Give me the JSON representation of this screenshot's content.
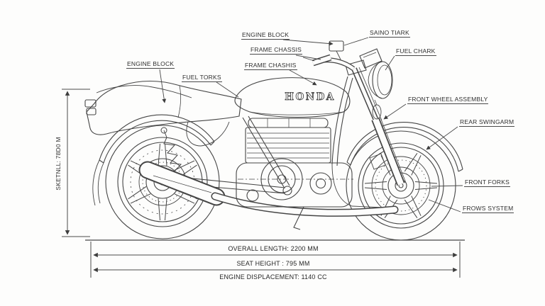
{
  "diagram": {
    "brand_logo": "HONDA",
    "callouts": {
      "engine_block_top": "ENGINE BLOCK",
      "saino_tark": "SAINO TIARK",
      "frame_chassis": "FRAME CHASSIS",
      "fuel_chark": "FUEL CHARK",
      "frame_chashis": "FRAME CHASHIS",
      "engine_block_left": "ENGINE BLOCK",
      "fuel_torks": "FUEL TORKS",
      "front_wheel_assembly": "FRONT WHEEL ASSEMBLY",
      "rear_swingarm": "REAR SWINGARM",
      "front_forks": "FRONT FORKS",
      "frows_system": "FROWS SYSTEM"
    },
    "dimensions": {
      "height_label": "SKETNLL: 78D0 M",
      "overall_length": "OVERALL LENGTH: 2200 MM",
      "seat_height": "SEAT HEIGHT :  795 MM",
      "engine_displacement": "ENGINE DISPLACEMENT: 1140 CC"
    },
    "colors": {
      "line": "#454545",
      "background": "#fdfdfc",
      "text": "#2f2f2f"
    }
  }
}
